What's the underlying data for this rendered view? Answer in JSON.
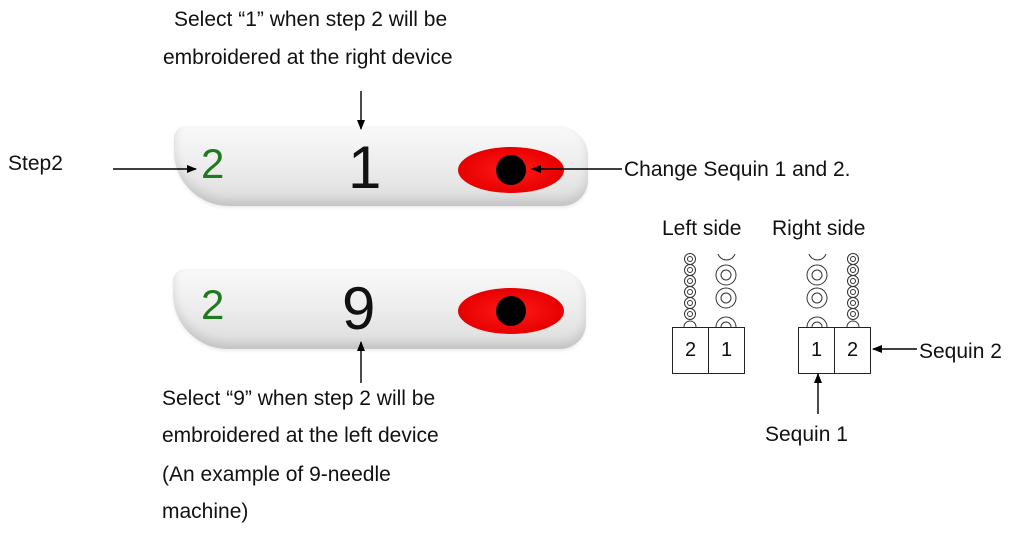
{
  "callouts": {
    "top_line1": "Select “1” when step 2 will be",
    "top_line2": "embroidered at the right device",
    "step_label": "Step2",
    "change_label": "Change Sequin 1 and 2.",
    "bottom_line1": "Select “9” when step 2 will be",
    "bottom_line2": "embroidered at the left device",
    "bottom_line3": "(An example of 9-needle",
    "bottom_line4": "machine)"
  },
  "panel_top": {
    "step_value": "2",
    "device_value": "1"
  },
  "panel_bottom": {
    "step_value": "2",
    "device_value": "9"
  },
  "sequin_diagram": {
    "left_side_label": "Left side",
    "right_side_label": "Right side",
    "left_boxes": [
      "2",
      "1"
    ],
    "right_boxes": [
      "1",
      "2"
    ],
    "sequin1_label": "Sequin 1",
    "sequin2_label": "Sequin 2"
  },
  "colors": {
    "step_digit": "#1f7a1f",
    "eye_red": "#e80000",
    "pupil": "#000000"
  }
}
